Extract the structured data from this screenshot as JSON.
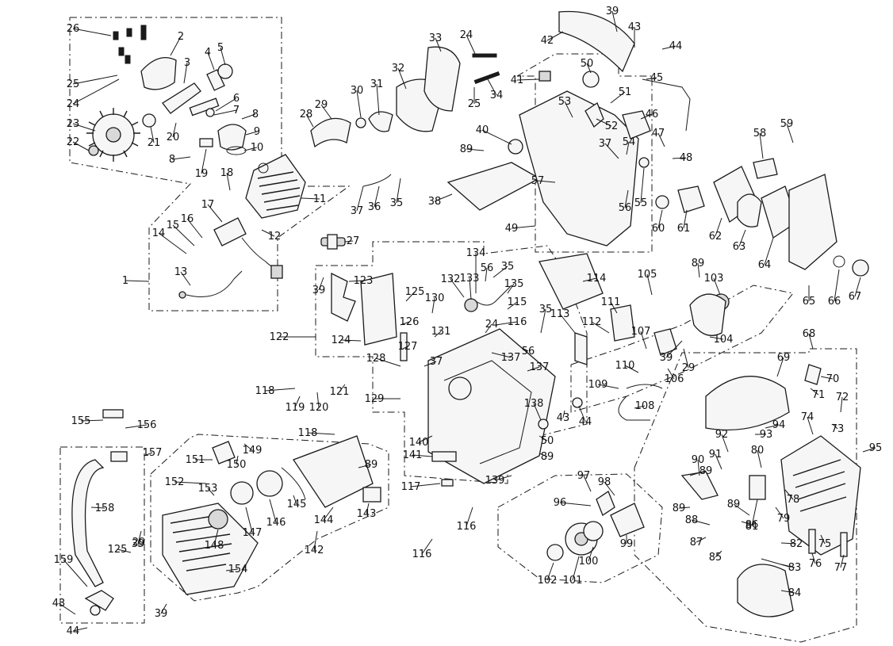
{
  "diagram": {
    "labels": [
      "1",
      "2",
      "3",
      "4",
      "5",
      "6",
      "7",
      "8",
      "9",
      "10",
      "11",
      "12",
      "13",
      "14",
      "15",
      "16",
      "17",
      "18",
      "19",
      "20",
      "21",
      "22",
      "23",
      "24",
      "25",
      "26",
      "27",
      "28",
      "29",
      "30",
      "31",
      "32",
      "33",
      "34",
      "35",
      "36",
      "37",
      "38",
      "39",
      "40",
      "41",
      "42",
      "43",
      "44",
      "45",
      "46",
      "47",
      "48",
      "49",
      "50",
      "51",
      "52",
      "53",
      "54",
      "55",
      "56",
      "57",
      "58",
      "59",
      "60",
      "61",
      "62",
      "63",
      "64",
      "65",
      "66",
      "67",
      "68",
      "69",
      "70",
      "71",
      "72",
      "73",
      "74",
      "75",
      "76",
      "77",
      "78",
      "79",
      "80",
      "81",
      "82",
      "83",
      "84",
      "85",
      "86",
      "87",
      "88",
      "89",
      "90",
      "91",
      "92",
      "93",
      "94",
      "95",
      "96",
      "97",
      "98",
      "99",
      "100",
      "101",
      "102",
      "103",
      "104",
      "105",
      "106",
      "107",
      "108",
      "109",
      "110",
      "111",
      "112",
      "113",
      "114",
      "115",
      "116",
      "117",
      "118",
      "119",
      "120",
      "121",
      "122",
      "123",
      "124",
      "125",
      "126",
      "127",
      "128",
      "129",
      "130",
      "131",
      "132",
      "133",
      "134",
      "135",
      "137",
      "138",
      "139",
      "140",
      "141",
      "142",
      "143",
      "144",
      "145",
      "146",
      "147",
      "148",
      "149",
      "150",
      "151",
      "152",
      "153",
      "154",
      "155",
      "156",
      "157",
      "158",
      "159"
    ]
  }
}
